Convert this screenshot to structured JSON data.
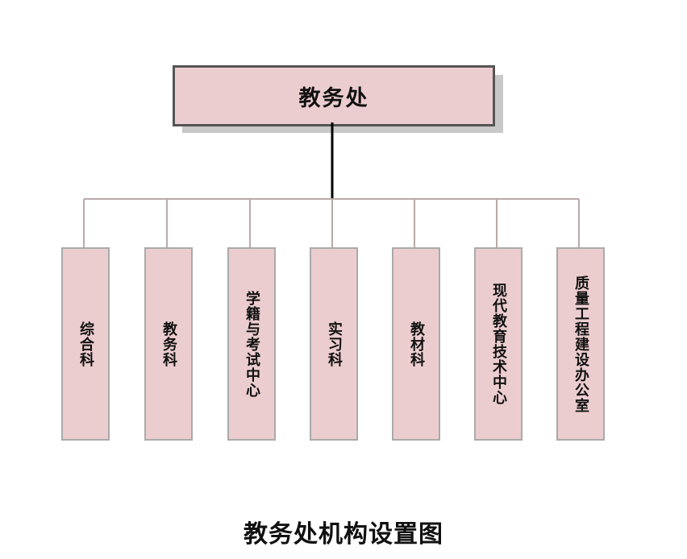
{
  "root": {
    "label": "教务处"
  },
  "departments": [
    {
      "label": "综合科"
    },
    {
      "label": "教务科"
    },
    {
      "label": "学籍与考试中心"
    },
    {
      "label": "实习科"
    },
    {
      "label": "教材科"
    },
    {
      "label": "现代教育技术中心"
    },
    {
      "label": "质量工程建设办公室"
    }
  ],
  "caption": "教务处机构设置图",
  "colors": {
    "box_fill": "#eccdcf",
    "connector": "#b9a9a9",
    "trunk": "#000000"
  }
}
